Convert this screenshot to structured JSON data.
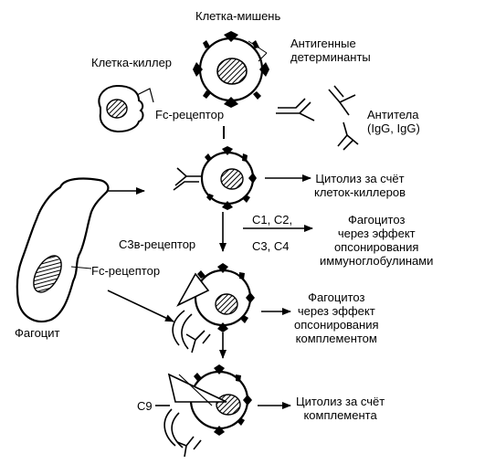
{
  "labels": {
    "target_cell": "Клетка-мишень",
    "antigenic_determinants": [
      "Антигенные",
      "детерминанты"
    ],
    "killer_cell": "Клетка-киллер",
    "fc_receptor_killer": "Fc-рецептор",
    "antibodies": [
      "Антитела",
      "(IgG, IgG)"
    ],
    "cytolysis_killer": [
      "Цитолиз за счёт",
      "клеток-киллеров"
    ],
    "complement_top": "C1, C2,",
    "complement_bottom": "C3, C4",
    "phagocytosis_ig": [
      "Фагоцитоз",
      "через эффект",
      "опсонирования",
      "иммуноглобулинами"
    ],
    "c3b_receptor": "C3в-рецептор",
    "fc_receptor_phagocyte": "Fc-рецептор",
    "phagocyte": "Фагоцит",
    "phagocytosis_complement": [
      "Фагоцитоз",
      "через эффект",
      "опсонирования",
      "комплементом"
    ],
    "c9": "C9",
    "cytolysis_complement": [
      "Цитолиз за счёт",
      "комплемента"
    ]
  },
  "colors": {
    "ink": "#000000",
    "paper": "#ffffff"
  }
}
